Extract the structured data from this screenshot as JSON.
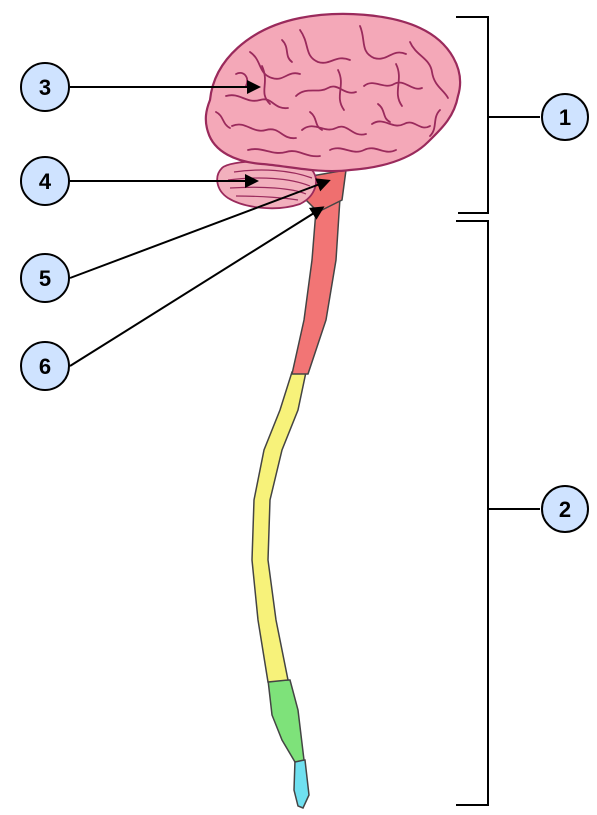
{
  "colors": {
    "callout_fill": "#cfe3ff",
    "callout_stroke": "#000000",
    "brain": "#f4a8b8",
    "brain_outline": "#9a2a5c",
    "cerebellum": "#f2b0bd",
    "brainstem": "#ef6f6f",
    "cervical": "#f27575",
    "thoracic": "#f7f27a",
    "lumbar": "#7ee27a",
    "sacral": "#6fe0f0"
  },
  "callouts": [
    {
      "id": "1",
      "label": "1",
      "target": "brace-brain"
    },
    {
      "id": "2",
      "label": "2",
      "target": "brace-spinal-cord"
    },
    {
      "id": "3",
      "label": "3",
      "target": "cerebrum"
    },
    {
      "id": "4",
      "label": "4",
      "target": "cerebellum"
    },
    {
      "id": "5",
      "label": "5",
      "target": "brainstem"
    },
    {
      "id": "6",
      "label": "6",
      "target": "medulla"
    }
  ]
}
